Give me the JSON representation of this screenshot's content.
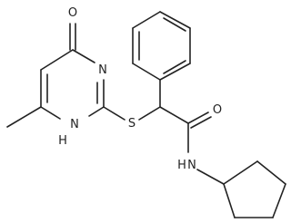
{
  "molecule": {
    "atom_labels": {
      "carbonyl_oxygen": "O",
      "ring_nitrogen": "N",
      "ring_nh": "N",
      "ring_nh_h": "H",
      "sulfur": "S",
      "amide_oxygen": "O",
      "amide_nitrogen": "N",
      "amide_h": "H"
    },
    "colors": {
      "bond": "#222222",
      "label": "#222222",
      "background": "#ffffff"
    }
  }
}
